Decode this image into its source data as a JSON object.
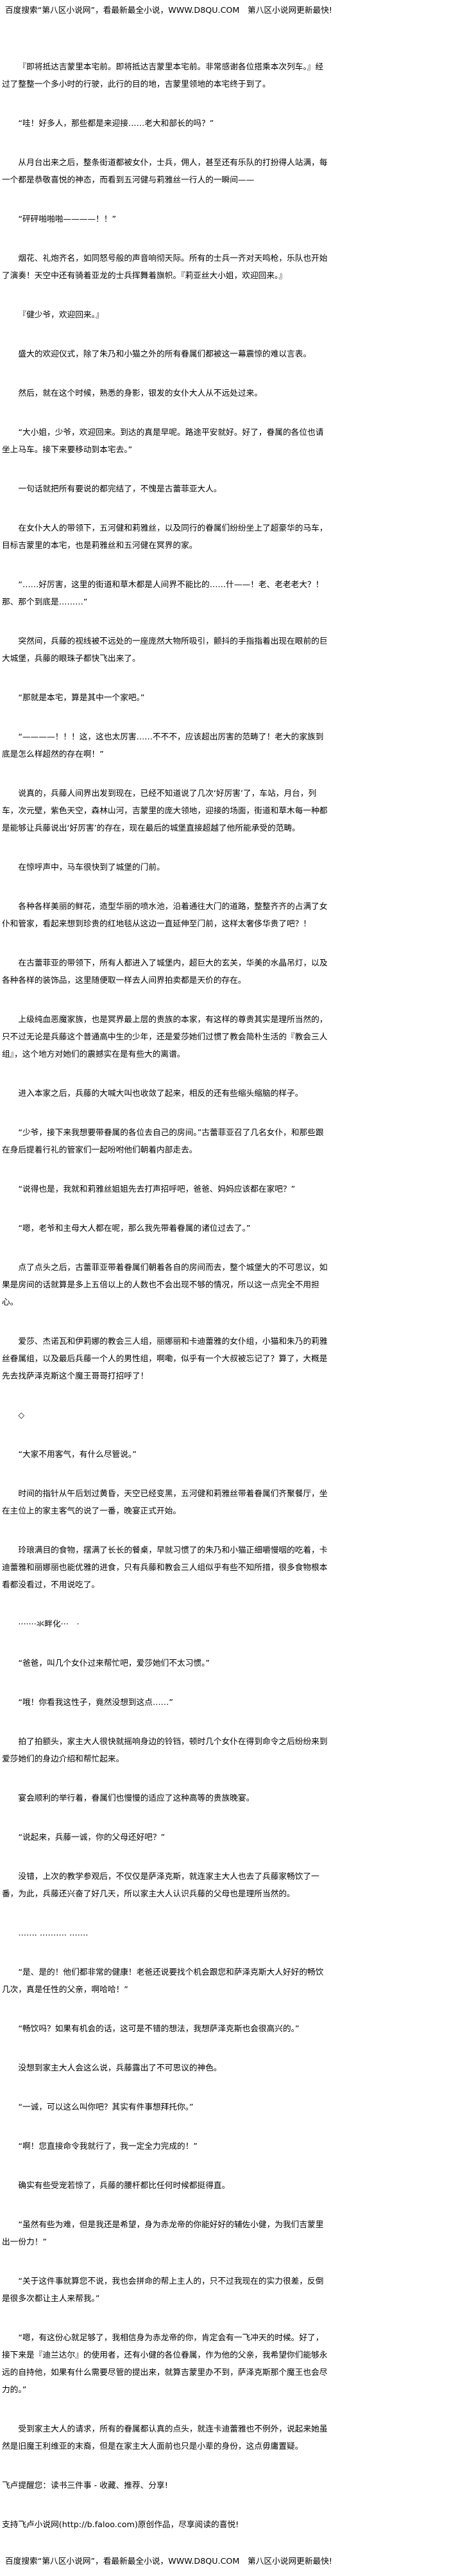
{
  "banner": "百度搜索“第八区小说网”，看最新最全小说，WWW.D8QU.COM　第八区小说网更新最快!",
  "paragraphs": [
    {
      "text": "『即将抵达吉蒙里本宅前。即将抵达吉蒙里本宅前。非常感谢各位搭乘本次列车。』经过了整整一个多小时的行驶，此行的目的地，吉蒙里领地的本宅终于到了。"
    },
    {
      "text": "“哇！好多人，那些都是来迎接……老大和部长的吗？”"
    },
    {
      "text": "从月台出来之后，整条街道都被女仆，士兵，佣人，甚至还有乐队的打扮得人站满，每一个都是恭敬喜悦的神态，而看到五河健与莉雅丝一行人的一瞬间——"
    },
    {
      "text": "“砰砰啪啪啪————！！”"
    },
    {
      "text": "烟花、礼炮齐名，如同怒号般的声音响彻天际。所有的士兵一齐对天鸣枪，乐队也开始了演奏！天空中还有骑着亚龙的士兵挥舞着旗帜。『莉亚丝大小姐，欢迎回来。』"
    },
    {
      "text": "『健少爷，欢迎回来。』"
    },
    {
      "text": "盛大的欢迎仪式，除了朱乃和小猫之外的所有眷属们都被这一幕震惊的难以言表。"
    },
    {
      "text": "然后，就在这个时候，熟悉的身影，银发的女仆大人从不远处过来。"
    },
    {
      "text": "“大小姐，少爷，欢迎回来。到达的真是早呢。路途平安就好。好了，眷属的各位也请坐上马车。接下来要移动到本宅去。”"
    },
    {
      "text": "一句话就把所有要说的都完结了，不愧是古蕾菲亚大人。"
    },
    {
      "text": "在女仆大人的带领下，五河健和莉雅丝，以及同行的眷属们纷纷坐上了超豪华的马车，目标吉蒙里的本宅，也是莉雅丝和五河健在冥界的家。"
    },
    {
      "text": "“……好厉害，这里的街道和草木都是人间界不能比的……什——！老、老老老大？！那、那个到底是………”"
    },
    {
      "text": "突然间，兵藤的视线被不远处的一座庞然大物所吸引，颤抖的手指指着出现在眼前的巨大城堡，兵藤的眼珠子都快飞出来了。"
    },
    {
      "text": "“那就是本宅，算是其中一个家吧。”"
    },
    {
      "text": "“————！！！这，这也太厉害……不不不，应该超出厉害的范畴了！老大的家族到底是怎么样超然的存在啊！”"
    },
    {
      "text": "说真的，兵藤人间界出发到现在，已经不知道说了几次‘好厉害’了，车站，月台，列车，次元壁，紫色天空，森林山河，吉蒙里的庞大领地，迎接的场面，街道和草木每一种都是能够让兵藤说出‘好厉害’的存在，现在最后的城堡直接超越了他所能承受的范畴。"
    },
    {
      "text": "在惊呼声中，马车很快到了城堡的门前。"
    },
    {
      "text": "各种各样美丽的鲜花，造型华丽的喷水池，沿着通往大门的道路，整整齐齐的占满了女仆和管家，看起来想到珍贵的红地毯从这边一直延伸至门前，这样太奢侈华贵了吧？！"
    },
    {
      "text": "在古蕾菲亚的带领下，所有人都进入了城堡内，超巨大的玄关，华美的水晶吊灯，以及各种各样的装饰品，这里随便取一样去人间界拍卖都是天价的存在。"
    },
    {
      "text": "上级纯血恶魔家族，也是冥界最上层的贵族的本家，有这样的尊贵其实是理所当然的，只不过无论是兵藤这个普通高中生的少年，还是爱莎她们过惯了教会简朴生活的『教会三人组』，这个地方对她们的震撼实在是有些大的离谱。"
    },
    {
      "text": "进入本家之后，兵藤的大喊大叫也收敛了起来，相反的还有些缩头缩脑的样子。"
    },
    {
      "text": "“少爷，接下来我想要带眷属的各位去自己的房间。”古蕾菲亚召了几名女仆，和那些跟在身后提着行礼的管家们一起吩咐他们朝着内部走去。"
    },
    {
      "text": "“说得也是，我就和莉雅丝姐姐先去打声招呼吧，爸爸、妈妈应该都在家吧？”"
    },
    {
      "text": "“嗯，老爷和主母大人都在呢，那么我先带着眷属的诸位过去了。”"
    },
    {
      "text": "点了点头之后，古蕾菲亚带着眷属们朝着各自的房间而去，整个城堡大的不可思议，如果是房间的话就算是多上五倍以上的人数也不会出现不够的情况，所以这一点完全不用担心。"
    },
    {
      "text": "爱莎、杰诺瓦和伊莉娜的教会三人组，丽娜丽和卡迪蕾雅的女仆组，小猫和朱乃的莉雅丝眷属组，以及最后兵藤一个人的男性组，啊嘞，似乎有一个大叔被忘记了？算了，大概是先去找萨泽克斯这个魔王哥哥打招呼了！"
    },
    {
      "text": "◇"
    },
    {
      "text": "“大家不用客气，有什么尽管说。”"
    },
    {
      "text": "时间的指针从午后划过黄昏，天空已经变黑，五河健和莉雅丝带着眷属们齐聚餐厅，坐在主位上的家主客气的说了一番，晚宴正式开始。"
    },
    {
      "text": "玲琅满目的食物，摆满了长长的餐桌，早就习惯了的朱乃和小猫正细嚼慢咽的吃着，卡迪蕾雅和丽娜丽也能优雅的进食，只有兵藤和教会三人组似乎有些不知所措，很多食物根本看都没看过，不用说吃了。"
    },
    {
      "text": "·······氺畔化···　·"
    },
    {
      "text": "“爸爸，叫几个女仆过来帮忙吧，爱莎她们不太习惯。”"
    },
    {
      "text": "“哦！你看我这性子，竟然没想到这点……”"
    },
    {
      "text": "拍了拍额头，家主大人很快就摇响身边的铃铛，顿时几个女仆在得到命令之后纷纷来到爱莎她们的身边介绍和帮忙起来。"
    },
    {
      "text": "宴会顺利的举行着，眷属们也慢慢的适应了这种高等的贵族晚宴。"
    },
    {
      "text": "“说起来，兵藤一诚，你的父母还好吧？”"
    },
    {
      "text": "没错，上次的教学参观后，不仅仅是萨泽克斯，就连家主大人也去了兵藤家畅饮了一番，为此，兵藤还兴奋了好几天，所以家主大人认识兵藤的父母也是理所当然的。"
    },
    {
      "text": "……. ………. ……."
    },
    {
      "text": "“是、是的！他们都非常的健康！老爸还说要找个机会跟您和萨泽克斯大人好好的畅饮几次，真是任性的父亲，啊哈哈！”"
    },
    {
      "text": "“畅饮吗？如果有机会的话，这可是不错的想法，我想萨泽克斯也会很高兴的。”"
    },
    {
      "text": "没想到家主大人会这么说，兵藤露出了不可思议的神色。"
    },
    {
      "text": "“一诚，可以这么叫你吧？其实有件事想拜托你。”"
    },
    {
      "text": "“啊！您直接命令我就行了，我一定全力完成的！”"
    },
    {
      "text": "确实有些受宠若惊了，兵藤的腰杆都比任何时候都挺得直。"
    },
    {
      "text": "“虽然有些为难，但是我还是希望，身为赤龙帝的你能好好的辅佐小健，为我们吉蒙里出一份力！”"
    },
    {
      "text": "“关于这件事就算您不说，我也会拼命的帮上主人的，只不过我现在的实力很差，反倒是很多次都让主人来帮我。”"
    },
    {
      "text": "“嗯，有这份心就足够了，我相信身为赤龙帝的你，肯定会有一飞冲天的时候。好了，接下来是『迪兰达尔』的使用者，还有小健的各位眷属，作为他的父亲，我希望你们能够永远的自持他，如果有什么需要尽管的提出来，就算吉蒙里办不到，萨泽克斯那个魔王也会尽力的。”"
    },
    {
      "text": "受到家主大人的请求，所有的眷属都认真的点头，就连卡迪蕾雅也不例外，说起来她虽然是旧魔王利维亚的末裔，但是在家主大人面前也只是小辈的身份，这点毋庸置疑。"
    },
    {
      "text": "飞卢提醒您：读书三件事 - 收藏、推荐、分享!",
      "noindent": true
    },
    {
      "text": "支持飞卢小说网(http://b.faloo.com)原创作品，尽享阅读的喜悦!",
      "noindent": true
    }
  ]
}
